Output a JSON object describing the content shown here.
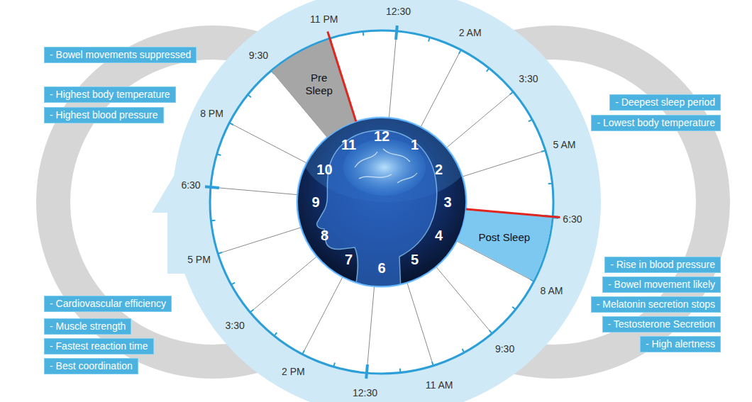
{
  "diagram": {
    "nodes": [
      {
        "text": [
          "- Bowel movements suppressed"
        ]
      },
      {
        "text": [
          "- Highest body temperature"
        ]
      },
      {
        "text": [
          "- Highest blood pressure"
        ]
      },
      {
        "text": [
          "Pre Sleep"
        ]
      },
      {
        "text": [
          "- Deepest sleep period"
        ]
      },
      {
        "text": [
          "- Lowest body temperature"
        ]
      },
      {
        "text": [
          "Post Sleep"
        ]
      },
      {
        "text": [
          "- Rise in blood pressure"
        ]
      },
      {
        "text": [
          "- Bowel movement likely"
        ]
      },
      {
        "text": [
          "- Melatonin secretion stops"
        ]
      },
      {
        "text": [
          "- Testosterone Secretion"
        ]
      },
      {
        "text": [
          "- High alertness"
        ]
      },
      {
        "text": [
          "- Cardiovascular efficiency"
        ]
      },
      {
        "text": [
          "- Muscle strength"
        ]
      },
      {
        "text": [
          "- Fastest reaction time"
        ]
      },
      {
        "text": [
          "- Best coordination"
        ]
      }
    ],
    "labels": [
      "11 PM",
      "12:30",
      "2 AM",
      "3:30",
      "5 AM",
      "6:30",
      "8 AM",
      "9:30",
      "11 AM",
      "12:30",
      "2 PM",
      "3:30",
      "5 PM",
      "6:30",
      "8 PM",
      "9:30",
      "12",
      "1",
      "2",
      "3",
      "4",
      "5",
      "6",
      "7",
      "8",
      "9",
      "10",
      "11"
    ]
  }
}
